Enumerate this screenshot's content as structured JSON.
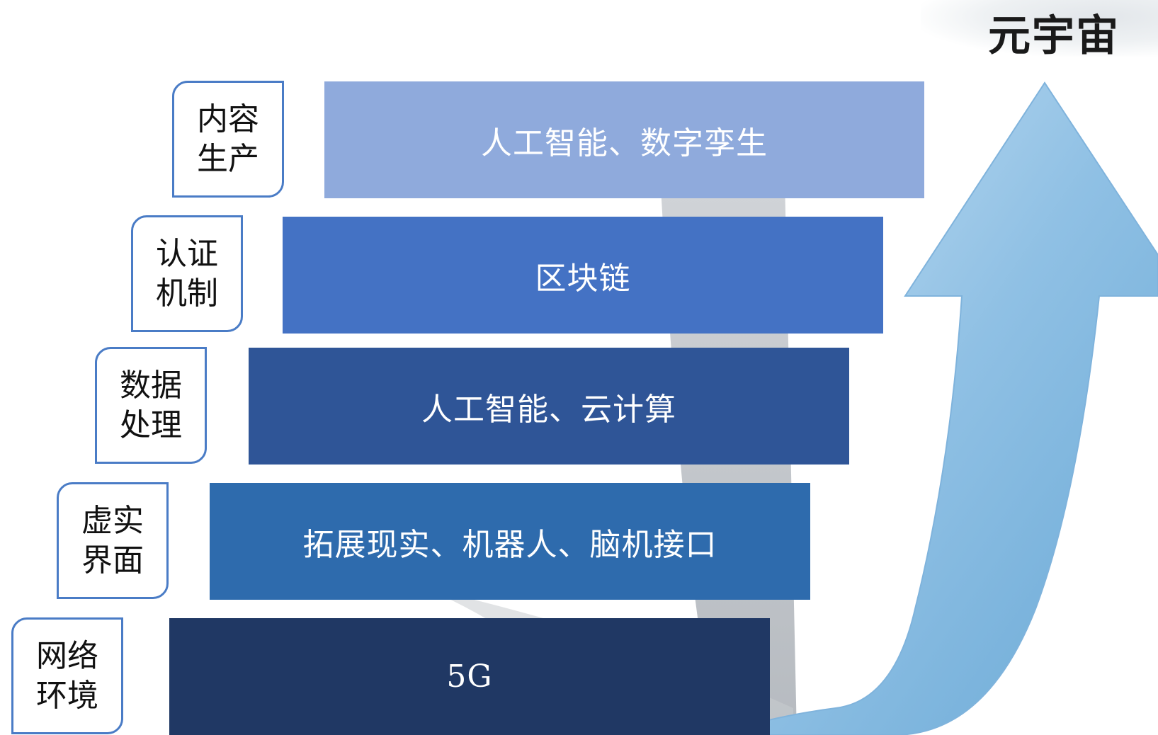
{
  "title": "元宇宙",
  "layers": [
    {
      "label": "内容生产",
      "content": "人工智能、数字孪生",
      "color": "#8faadc"
    },
    {
      "label": "认证机制",
      "content": "区块链",
      "color": "#4472c4"
    },
    {
      "label": "数据处理",
      "content": "人工智能、云计算",
      "color": "#2f5597"
    },
    {
      "label": "虚实界面",
      "content": "拓展现实、机器人、脑机接口",
      "color": "#2e6bad"
    },
    {
      "label": "网络环境",
      "content": "5G",
      "color": "#203864"
    }
  ],
  "colors": {
    "arrow_fill": "#8fc0e4",
    "arrow_shadow": "#b7bcc2",
    "label_border": "#4a7cc6"
  },
  "icons": {
    "growth_arrow": "curved-up-arrow-icon"
  }
}
